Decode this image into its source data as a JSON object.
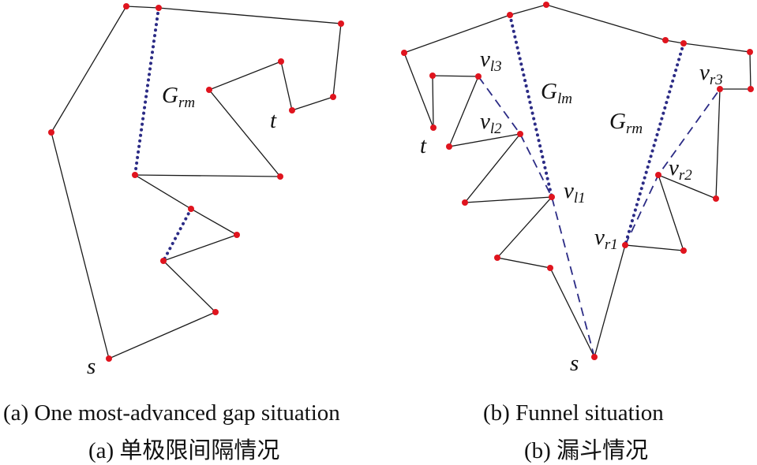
{
  "panel_a": {
    "labels": {
      "s": "s",
      "t": "t",
      "G": "G",
      "G_sub": "rm"
    },
    "caption_en": "(a) One most-advanced gap situation",
    "caption_zh": "(a) 单极限间隔情况"
  },
  "panel_b": {
    "labels": {
      "s": "s",
      "t": "t",
      "Gl": "G",
      "Gl_sub": "lm",
      "Gr": "G",
      "Gr_sub": "rm",
      "vl1": "v",
      "vl1_sub": "l1",
      "vl2": "v",
      "vl2_sub": "l2",
      "vl3": "v",
      "vl3_sub": "l3",
      "vr1": "v",
      "vr1_sub": "r1",
      "vr2": "v",
      "vr2_sub": "r2",
      "vr3": "v",
      "vr3_sub": "r3"
    },
    "caption_en": "(b) Funnel situation",
    "caption_zh": "(b) 漏斗情况"
  },
  "colors": {
    "edge": "#1a1a1a",
    "vertex": "#e0141e",
    "gap_line": "#2b2b85",
    "funnel_line": "#2b2b85"
  }
}
